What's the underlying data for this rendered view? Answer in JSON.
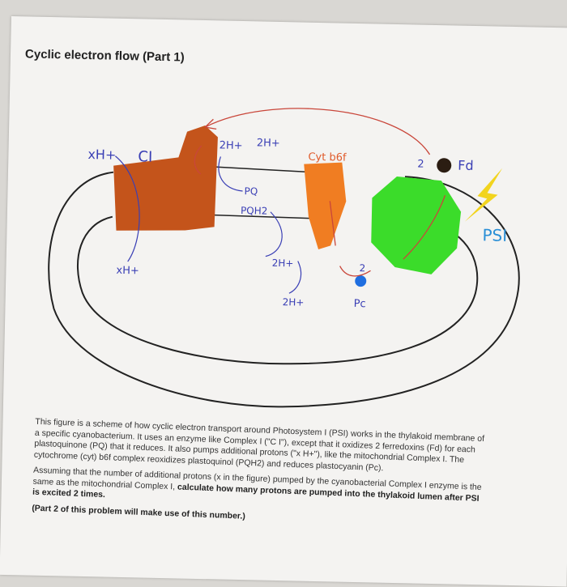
{
  "title": "Cyclic electron flow (Part 1)",
  "figure": {
    "labels": {
      "xh_top": "xH+",
      "ci": "CI",
      "h2_a": "2H+",
      "h2_b": "2H+",
      "cytb6f": "Cyt b6f",
      "two_fd": "2",
      "fd": "Fd",
      "pq": "PQ",
      "pqh2": "PQH2",
      "psi": "PSI",
      "xh_bottom": "xH+",
      "h2_c": "2H+",
      "two_pc": "2",
      "h2_d": "2H+",
      "pc": "Pc"
    },
    "colors": {
      "complex1": "#c4541b",
      "cytb6f": "#f07d22",
      "psi": "#3bdc2a",
      "fd": "#2b1d12",
      "pc": "#1f6ee0",
      "lightning": "#f2d41e",
      "ink": "#3a3fb5",
      "arrow_red": "#c9463a"
    }
  },
  "caption": {
    "p1": "This figure is a scheme of how cyclic electron transport around Photosystem I (PSI) works in the thylakoid membrane of a specific cyanobacterium. It uses an enzyme like Complex I (\"C I\"), except that it oxidizes 2 ferredoxins (Fd) for each plastoquinone (PQ) that it reduces. It also pumps additional protons (\"x H+\"), like the mitochondrial Complex I. The cytochrome (cyt) b6f complex reoxidizes plastoquinol (PQH2) and reduces plastocyanin (Pc).",
    "p2_a": "Assuming that the number of additional protons (x in the figure) pumped by the cyanobacterial Complex I enzyme is the same as the mitochondrial Complex I, ",
    "p2_b": "calculate how many protons are pumped into the thylakoid lumen after PSI is excited 2 times.",
    "p3": "(Part 2 of this problem will make use of this number.)"
  }
}
